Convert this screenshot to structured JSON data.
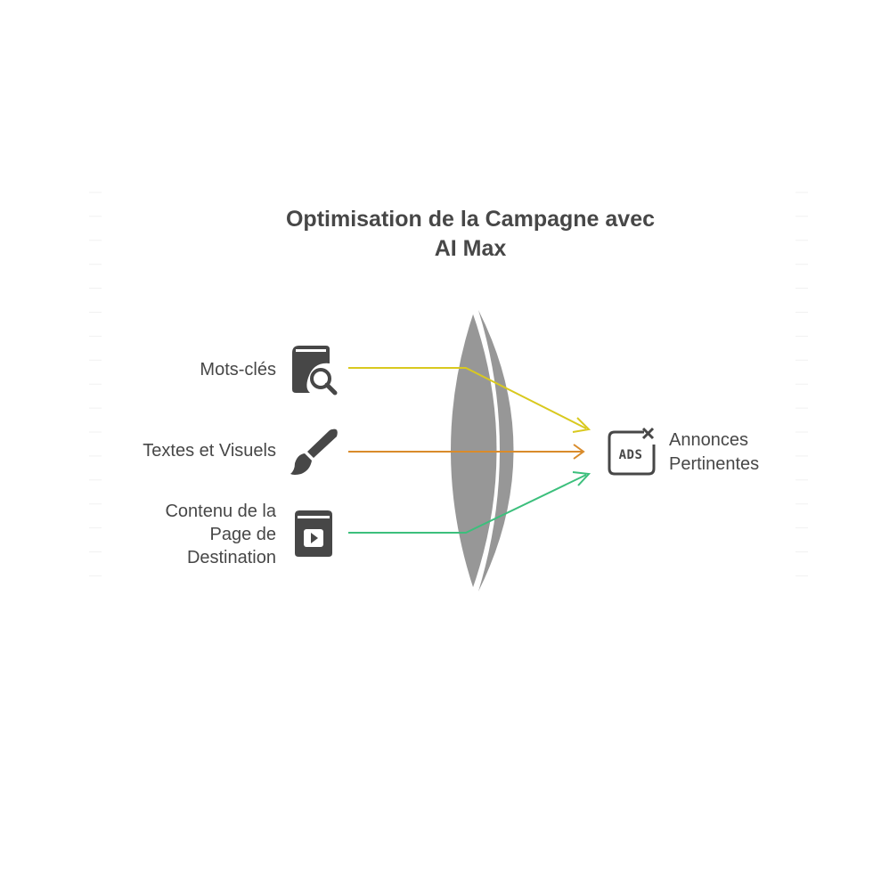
{
  "diagram": {
    "title_line1": "Optimisation de la Campagne avec",
    "title_line2": "AI Max",
    "inputs": [
      {
        "lines": [
          "Mots-clés"
        ],
        "icon": "book-search-icon",
        "color": "#d9c91f"
      },
      {
        "lines": [
          "Textes et Visuels"
        ],
        "icon": "paintbrush-icon",
        "color": "#d98b2b"
      },
      {
        "lines": [
          "Contenu de la",
          "Page de",
          "Destination"
        ],
        "icon": "video-book-icon",
        "color": "#3cbf7c"
      }
    ],
    "output": {
      "lines": [
        "Annonces",
        "Pertinentes"
      ],
      "icon": "ads-icon",
      "icon_text": "ADS"
    },
    "lens_color": "#979797",
    "icon_color": "#474747"
  }
}
